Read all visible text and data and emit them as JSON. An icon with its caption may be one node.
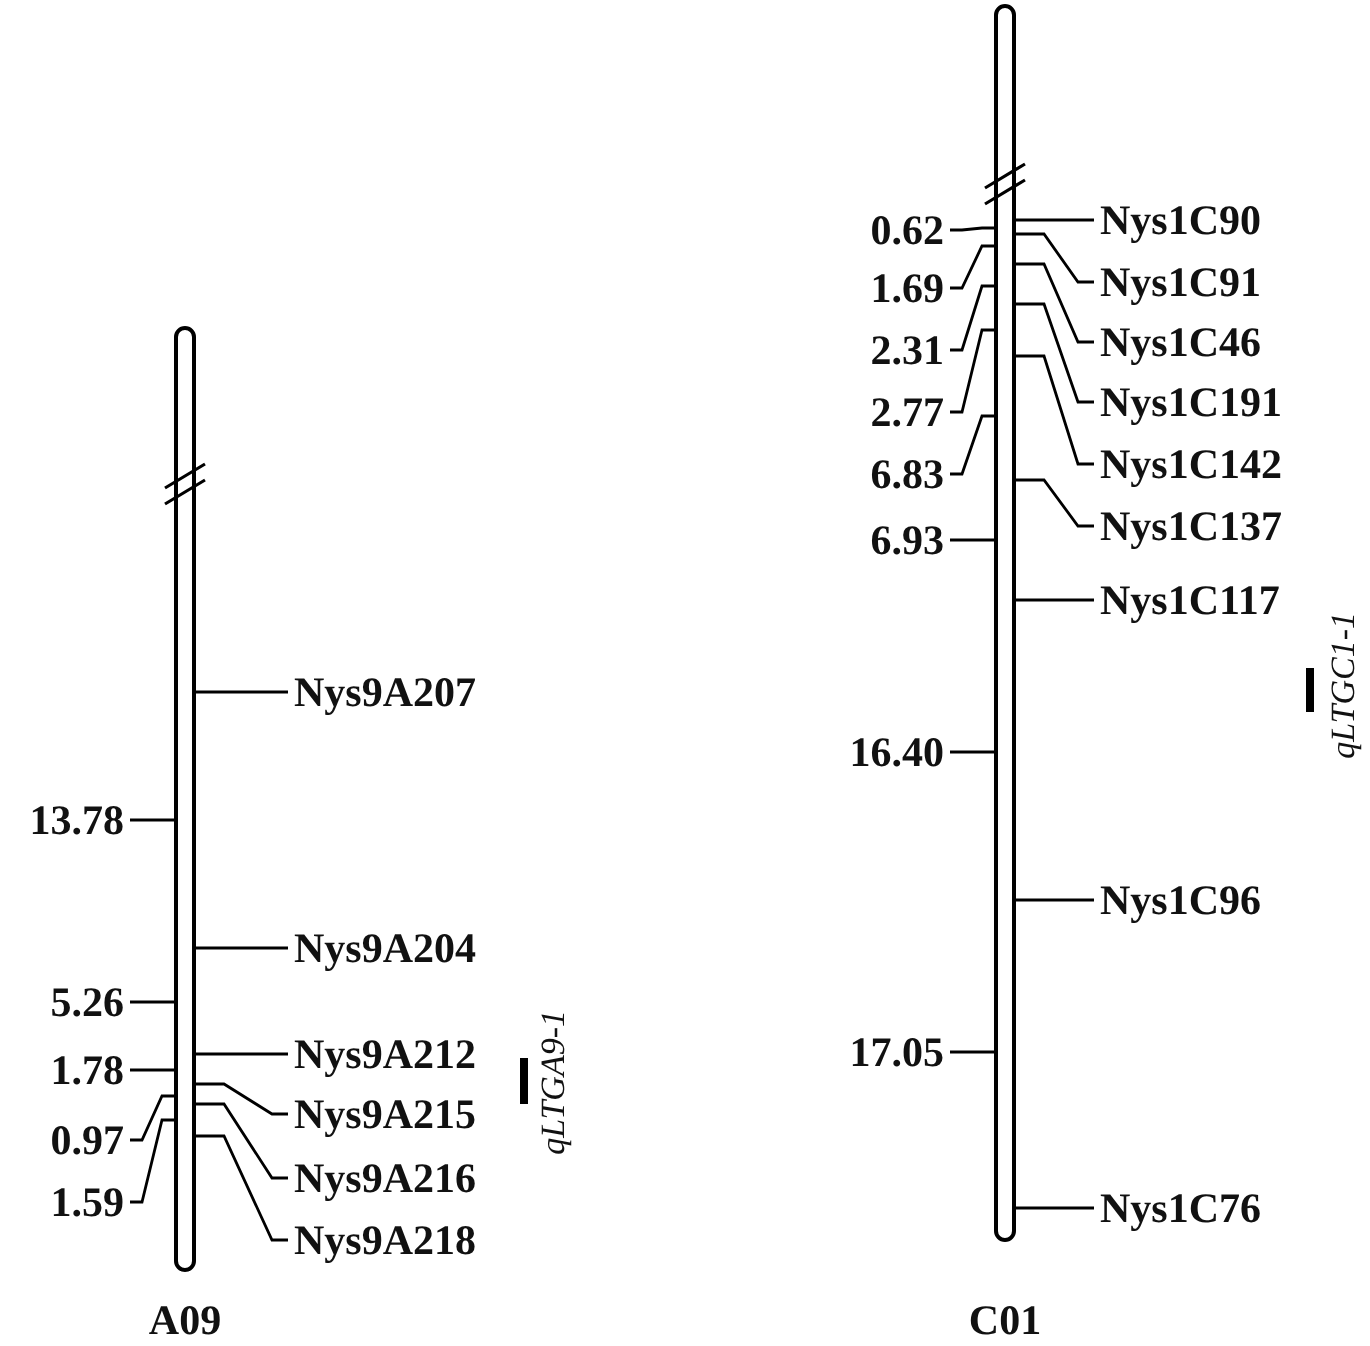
{
  "diagram": {
    "nodes": [
      {
        "text": [],
        "shape": "bar",
        "beside": [
          "A09"
        ]
      },
      {
        "text": [],
        "shape": "bar",
        "beside": [
          "C01"
        ]
      },
      {
        "text": [
          "Nys9A207"
        ]
      },
      {
        "text": [
          "Nys9A204"
        ]
      },
      {
        "text": [
          "Nys9A212"
        ]
      },
      {
        "text": [
          "Nys9A215"
        ]
      },
      {
        "text": [
          "Nys9A216"
        ]
      },
      {
        "text": [
          "Nys9A218"
        ]
      },
      {
        "text": [
          "13.78"
        ]
      },
      {
        "text": [
          "5.26"
        ]
      },
      {
        "text": [
          "1.78"
        ]
      },
      {
        "text": [
          "0.97"
        ]
      },
      {
        "text": [
          "1.59"
        ]
      },
      {
        "text": [
          "Nys1C90"
        ]
      },
      {
        "text": [
          "Nys1C91"
        ]
      },
      {
        "text": [
          "Nys1C46"
        ]
      },
      {
        "text": [
          "Nys1C191"
        ]
      },
      {
        "text": [
          "Nys1C142"
        ]
      },
      {
        "text": [
          "Nys1C137"
        ]
      },
      {
        "text": [
          "Nys1C117"
        ]
      },
      {
        "text": [
          "Nys1C96"
        ]
      },
      {
        "text": [
          "Nys1C76"
        ]
      },
      {
        "text": [
          "0.62"
        ]
      },
      {
        "text": [
          "1.69"
        ]
      },
      {
        "text": [
          "2.31"
        ]
      },
      {
        "text": [
          "2.77"
        ]
      },
      {
        "text": [
          "6.83"
        ]
      },
      {
        "text": [
          "6.93"
        ]
      },
      {
        "text": [
          "16.40"
        ]
      },
      {
        "text": [
          "17.05"
        ]
      }
    ],
    "edges": [
      {
        "from": 2,
        "to": 0,
        "arrow": "none"
      },
      {
        "from": 3,
        "to": 0,
        "arrow": "none"
      },
      {
        "from": 4,
        "to": 0,
        "arrow": "none"
      },
      {
        "from": 5,
        "to": 0,
        "arrow": "none"
      },
      {
        "from": 6,
        "to": 0,
        "arrow": "none"
      },
      {
        "from": 7,
        "to": 0,
        "arrow": "none"
      },
      {
        "from": 8,
        "to": 0,
        "arrow": "none"
      },
      {
        "from": 9,
        "to": 0,
        "arrow": "none"
      },
      {
        "from": 10,
        "to": 0,
        "arrow": "none"
      },
      {
        "from": 11,
        "to": 0,
        "arrow": "none"
      },
      {
        "from": 12,
        "to": 0,
        "arrow": "none"
      },
      {
        "from": 13,
        "to": 1,
        "arrow": "none"
      },
      {
        "from": 14,
        "to": 1,
        "arrow": "none"
      },
      {
        "from": 15,
        "to": 1,
        "arrow": "none"
      },
      {
        "from": 16,
        "to": 1,
        "arrow": "none"
      },
      {
        "from": 17,
        "to": 1,
        "arrow": "none"
      },
      {
        "from": 18,
        "to": 1,
        "arrow": "none"
      },
      {
        "from": 19,
        "to": 1,
        "arrow": "none"
      },
      {
        "from": 20,
        "to": 1,
        "arrow": "none"
      },
      {
        "from": 21,
        "to": 1,
        "arrow": "none"
      },
      {
        "from": 22,
        "to": 1,
        "arrow": "none"
      },
      {
        "from": 23,
        "to": 1,
        "arrow": "none"
      },
      {
        "from": 24,
        "to": 1,
        "arrow": "none"
      },
      {
        "from": 25,
        "to": 1,
        "arrow": "none"
      },
      {
        "from": 26,
        "to": 1,
        "arrow": "none"
      },
      {
        "from": 27,
        "to": 1,
        "arrow": "none"
      },
      {
        "from": 28,
        "to": 1,
        "arrow": "none"
      },
      {
        "from": 29,
        "to": 1,
        "arrow": "none"
      }
    ],
    "labels": [
      "qLTGA9-1",
      "qLTGC1-1"
    ]
  }
}
